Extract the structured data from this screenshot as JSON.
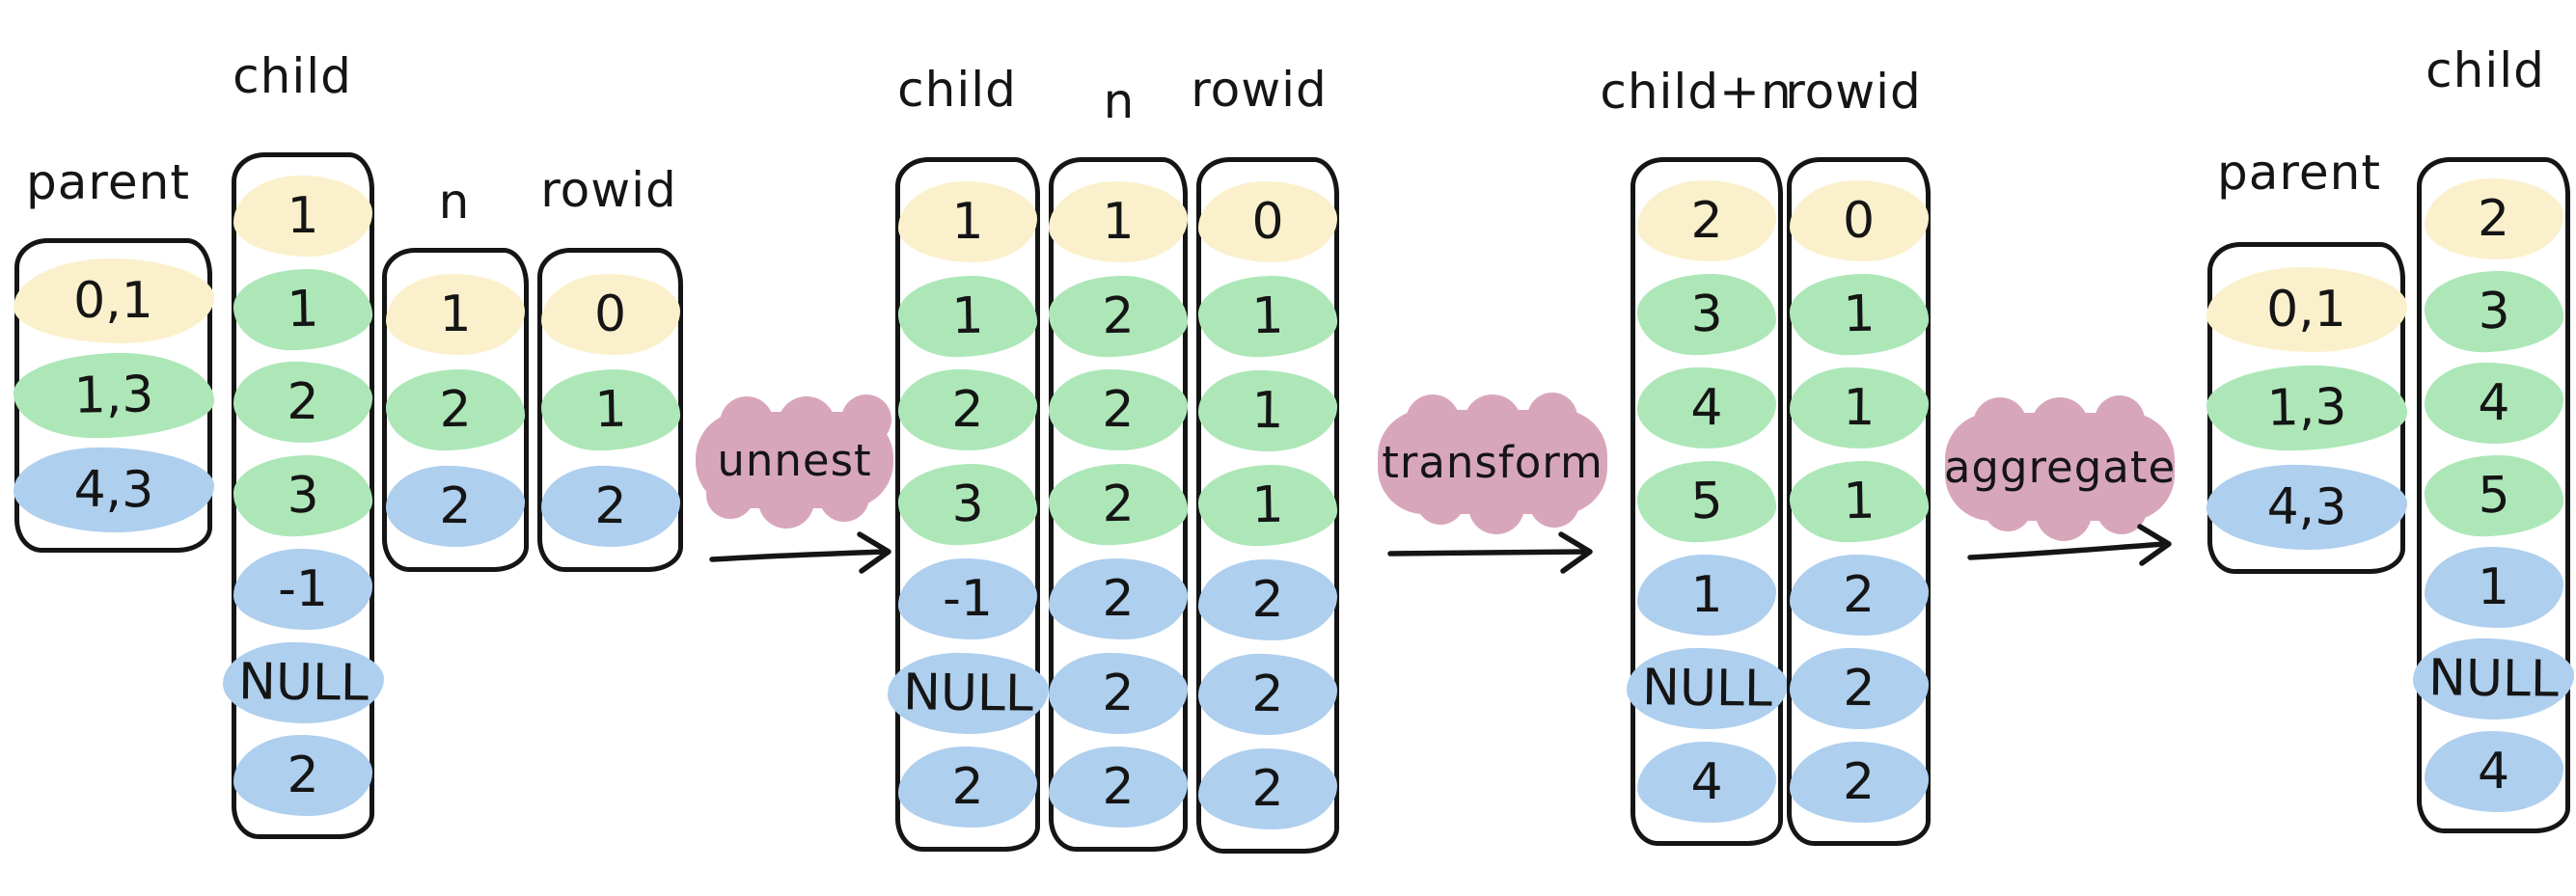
{
  "colors": {
    "highlight_yellow": "#faf1cc",
    "highlight_green": "#ade7b8",
    "highlight_blue": "#aecfee",
    "operation_pink": "#d8a6bb",
    "ink": "#151515"
  },
  "stage1": {
    "parent": {
      "label": "parent",
      "cells": [
        {
          "t": "0,1",
          "c": "yellow"
        },
        {
          "t": "1,3",
          "c": "green"
        },
        {
          "t": "4,3",
          "c": "blue"
        }
      ]
    },
    "child": {
      "label": "child",
      "cells": [
        {
          "t": "1",
          "c": "yellow"
        },
        {
          "t": "1",
          "c": "green"
        },
        {
          "t": "2",
          "c": "green"
        },
        {
          "t": "3",
          "c": "green"
        },
        {
          "t": "-1",
          "c": "blue"
        },
        {
          "t": "NULL",
          "c": "blue"
        },
        {
          "t": "2",
          "c": "blue"
        }
      ]
    },
    "n": {
      "label": "n",
      "cells": [
        {
          "t": "1",
          "c": "yellow"
        },
        {
          "t": "2",
          "c": "green"
        },
        {
          "t": "2",
          "c": "blue"
        }
      ]
    },
    "rowid": {
      "label": "rowid",
      "cells": [
        {
          "t": "0",
          "c": "yellow"
        },
        {
          "t": "1",
          "c": "green"
        },
        {
          "t": "2",
          "c": "blue"
        }
      ]
    }
  },
  "ops": {
    "unnest": {
      "label": "unnest"
    },
    "transform": {
      "label": "transform"
    },
    "aggregate": {
      "label": "aggregate"
    }
  },
  "stage2": {
    "child": {
      "label": "child",
      "cells": [
        {
          "t": "1",
          "c": "yellow"
        },
        {
          "t": "1",
          "c": "green"
        },
        {
          "t": "2",
          "c": "green"
        },
        {
          "t": "3",
          "c": "green"
        },
        {
          "t": "-1",
          "c": "blue"
        },
        {
          "t": "NULL",
          "c": "blue"
        },
        {
          "t": "2",
          "c": "blue"
        }
      ]
    },
    "n": {
      "label": "n",
      "cells": [
        {
          "t": "1",
          "c": "yellow"
        },
        {
          "t": "2",
          "c": "green"
        },
        {
          "t": "2",
          "c": "green"
        },
        {
          "t": "2",
          "c": "green"
        },
        {
          "t": "2",
          "c": "blue"
        },
        {
          "t": "2",
          "c": "blue"
        },
        {
          "t": "2",
          "c": "blue"
        }
      ]
    },
    "rowid": {
      "label": "rowid",
      "cells": [
        {
          "t": "0",
          "c": "yellow"
        },
        {
          "t": "1",
          "c": "green"
        },
        {
          "t": "1",
          "c": "green"
        },
        {
          "t": "1",
          "c": "green"
        },
        {
          "t": "2",
          "c": "blue"
        },
        {
          "t": "2",
          "c": "blue"
        },
        {
          "t": "2",
          "c": "blue"
        }
      ]
    }
  },
  "stage3": {
    "child_n": {
      "label": "child+n",
      "cells": [
        {
          "t": "2",
          "c": "yellow"
        },
        {
          "t": "3",
          "c": "green"
        },
        {
          "t": "4",
          "c": "green"
        },
        {
          "t": "5",
          "c": "green"
        },
        {
          "t": "1",
          "c": "blue"
        },
        {
          "t": "NULL",
          "c": "blue"
        },
        {
          "t": "4",
          "c": "blue"
        }
      ]
    },
    "rowid": {
      "label": "rowid",
      "cells": [
        {
          "t": "0",
          "c": "yellow"
        },
        {
          "t": "1",
          "c": "green"
        },
        {
          "t": "1",
          "c": "green"
        },
        {
          "t": "1",
          "c": "green"
        },
        {
          "t": "2",
          "c": "blue"
        },
        {
          "t": "2",
          "c": "blue"
        },
        {
          "t": "2",
          "c": "blue"
        }
      ]
    }
  },
  "stage4": {
    "parent": {
      "label": "parent",
      "cells": [
        {
          "t": "0,1",
          "c": "yellow"
        },
        {
          "t": "1,3",
          "c": "green"
        },
        {
          "t": "4,3",
          "c": "blue"
        }
      ]
    },
    "child": {
      "label": "child",
      "cells": [
        {
          "t": "2",
          "c": "yellow"
        },
        {
          "t": "3",
          "c": "green"
        },
        {
          "t": "4",
          "c": "green"
        },
        {
          "t": "5",
          "c": "green"
        },
        {
          "t": "1",
          "c": "blue"
        },
        {
          "t": "NULL",
          "c": "blue"
        },
        {
          "t": "4",
          "c": "blue"
        }
      ]
    }
  }
}
